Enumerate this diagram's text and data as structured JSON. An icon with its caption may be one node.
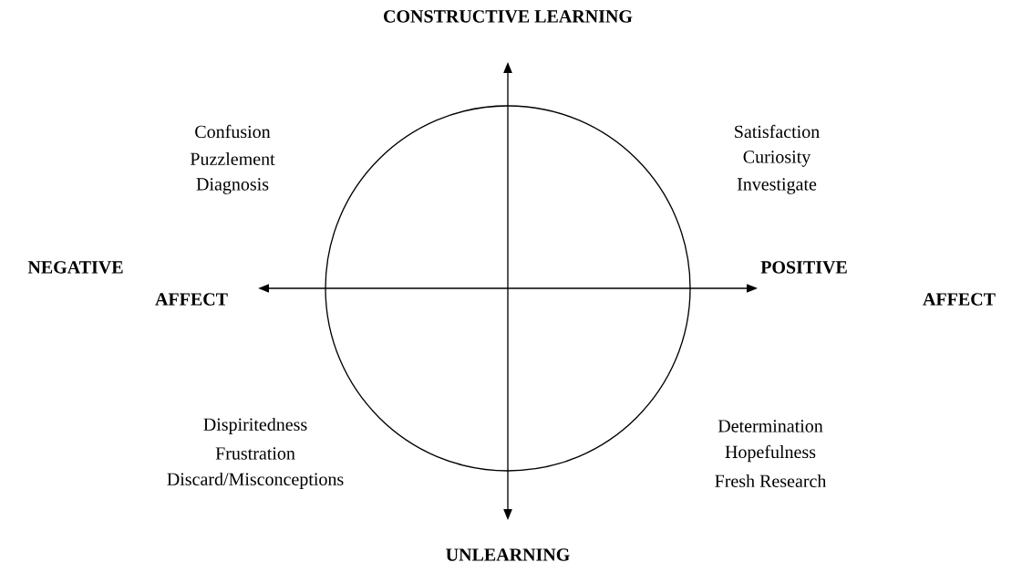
{
  "diagram": {
    "title": "CONSTRUCTIVE LEARNING",
    "labels": [
      "Confusion",
      "Puzzlement",
      "Diagnosis",
      "Satisfaction",
      "Curiosity",
      "Investigate",
      "NEGATIVE",
      "POSITIVE",
      "AFFECT",
      "AFFECT",
      "Dispiritedness",
      "Frustration",
      "Discard/Misconceptions",
      "Determination",
      "Hopefulness",
      "Fresh Research",
      "UNLEARNING"
    ]
  }
}
